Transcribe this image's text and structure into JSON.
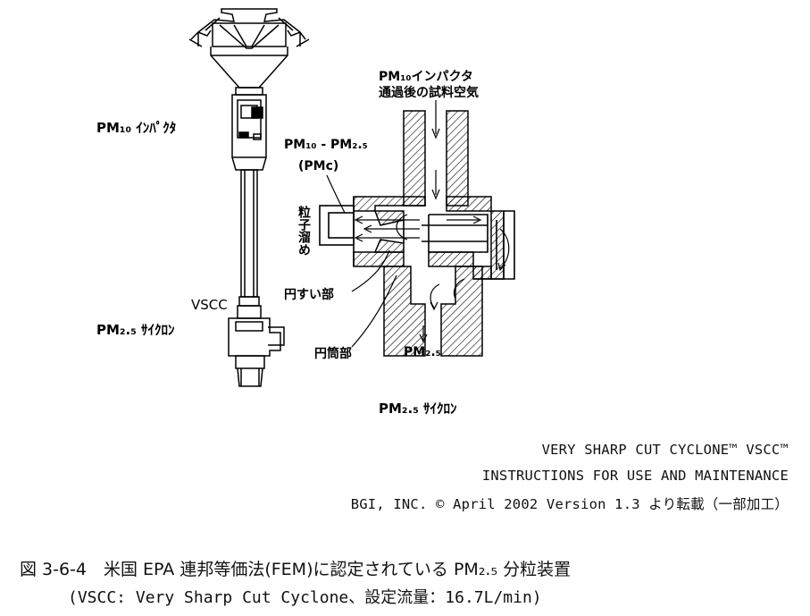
{
  "figure": {
    "impactor_label": "PM₁₀ ｲﾝﾊﾟｸﾀ",
    "vscc_label": "VSCC",
    "cyclone_side_label": "PM₂.₅ ｻｲｸﾛﾝ",
    "inlet_air_label_line1": "PM₁₀インパクタ",
    "inlet_air_label_line2": "通過後の試料空気",
    "coarse_label_line1": "PM₁₀ - PM₂.₅",
    "coarse_label_line2": "(PMc)",
    "trap_label": "粒子溜め",
    "cone_label": "円すい部",
    "cylinder_label": "円筒部",
    "outlet_label": "PM₂.₅",
    "cyclone_caption": "PM₂.₅ ｻｲｸﾛﾝ"
  },
  "source": {
    "line1": "VERY SHARP CUT CYCLONE™ VSCC™",
    "line2": "INSTRUCTIONS FOR USE AND MAINTENANCE",
    "line3": "BGI, INC. © April 2002 Version 1.3 より転載（一部加工）"
  },
  "caption": {
    "line1": "図 3-6-4　米国 EPA 連邦等価法(FEM)に認定されている PM₂.₅ 分粒装置",
    "line2": "(VSCC: Very Sharp Cut Cyclone、設定流量：16.7L/min)"
  }
}
